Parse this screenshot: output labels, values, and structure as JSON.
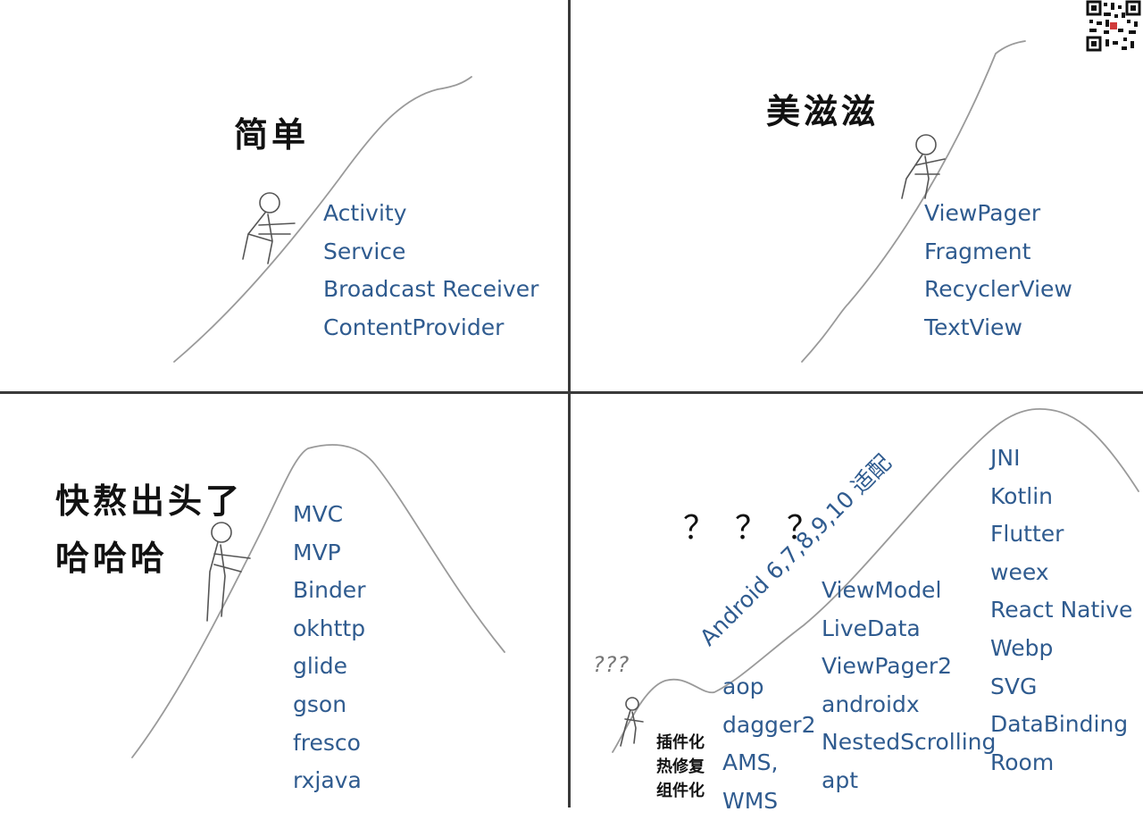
{
  "panels": {
    "top_left": {
      "heading": "简单",
      "items": [
        "Activity",
        "Service",
        "Broadcast Receiver",
        "ContentProvider"
      ]
    },
    "top_right": {
      "heading": "美滋滋",
      "items": [
        "ViewPager",
        "Fragment",
        "RecyclerView",
        "TextView"
      ]
    },
    "bottom_left": {
      "heading_line1": "快熬出头了",
      "heading_line2": "哈哈哈",
      "items": [
        "MVC",
        "MVP",
        "Binder",
        "okhttp",
        "glide",
        "gson",
        "fresco",
        "rxjava"
      ]
    },
    "bottom_right": {
      "question_marks": "？？？",
      "small_question_marks": "???",
      "slope_text": "Android 6,7,8,9,10 适配",
      "cn_items": [
        "插件化",
        "热修复",
        "组件化"
      ],
      "col1": [
        "aop",
        "dagger2",
        "AMS,",
        "WMS"
      ],
      "col2": [
        "ViewModel",
        "LiveData",
        "ViewPager2",
        "androidx",
        "NestedScrolling",
        "apt"
      ],
      "col3": [
        "JNI",
        "Kotlin",
        "Flutter",
        "weex",
        "React Native",
        "Webp",
        "SVG",
        "DataBinding",
        "Room"
      ]
    }
  },
  "colors": {
    "text_blue": "#2f5b8f",
    "line_gray": "#9a9a9a",
    "divider": "#3a3a3a"
  },
  "icons": {
    "qr": "qr-code-icon",
    "figure": "stick-figure-icon"
  }
}
